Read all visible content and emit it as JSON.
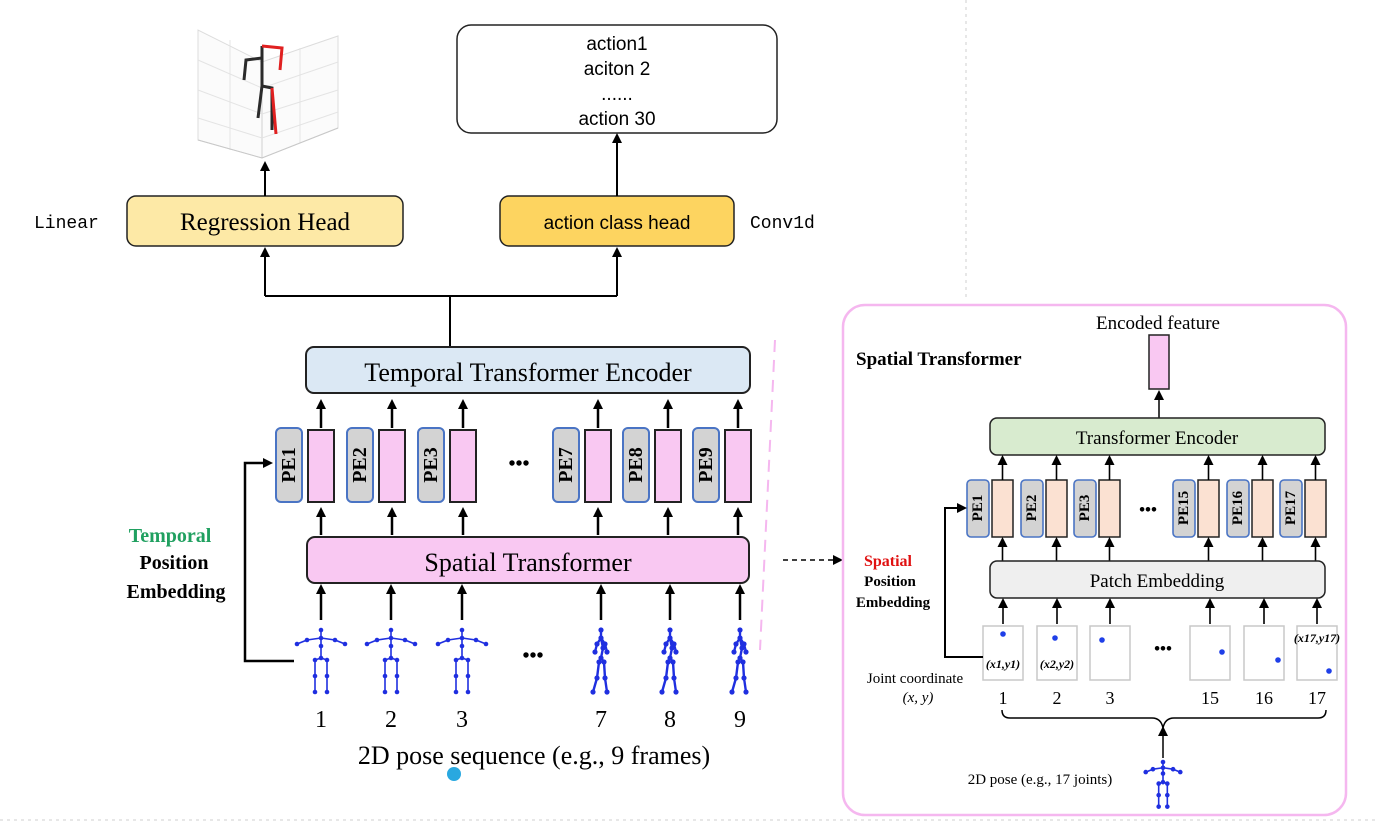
{
  "colors": {
    "regression_head_fill": "#fde9a6",
    "action_head_fill": "#fdd460",
    "temporal_encoder_fill": "#dbe8f4",
    "spatial_transformer_fill": "#f9c8f2",
    "pe_fill": "#d3d3d3",
    "pe_border": "#4a74c4",
    "token_fill": "#f9c8f2",
    "spatial_token_fill": "#fbe1d2",
    "transformer_encoder_fill": "#d8ebcf",
    "patch_embedding_fill": "#efefef",
    "panel_border": "#f5b7ef",
    "skeleton": "#1f2fe0",
    "temporal_word": "#20a060",
    "spatial_word": "#e01010"
  },
  "top": {
    "output_labels": [
      "action1",
      "aciton 2",
      "......",
      "action 30"
    ],
    "linear_label": "Linear",
    "conv_label": "Conv1d",
    "regression_head": "Regression Head",
    "action_class_head": "action class head",
    "pose_3d_icon": "3d-pose-plot-icon"
  },
  "temporal": {
    "encoder_label": "Temporal Transformer Encoder",
    "spatial_transformer_label": "Spatial Transformer",
    "pe_labels": [
      "PE1",
      "PE2",
      "PE3",
      "PE7",
      "PE8",
      "PE9"
    ],
    "ellipsis": "•••",
    "frame_numbers": [
      "1",
      "2",
      "3",
      "7",
      "8",
      "9"
    ],
    "caption": "2D pose sequence (e.g., 9 frames)",
    "pos_embed_word1": "Temporal",
    "pos_embed_word2": "Position",
    "pos_embed_word3": "Embedding"
  },
  "spatial": {
    "title": "Spatial Transformer",
    "encoded_feature": "Encoded feature",
    "encoder_label": "Transformer Encoder",
    "patch_embedding_label": "Patch Embedding",
    "pe_labels": [
      "PE1",
      "PE2",
      "PE3",
      "PE15",
      "PE16",
      "PE17"
    ],
    "ellipsis": "•••",
    "joint_numbers": [
      "1",
      "2",
      "3",
      "15",
      "16",
      "17"
    ],
    "joint_coord_labels": [
      "(x1,y1)",
      "(x2,y2)",
      "(x17,y17)"
    ],
    "joint_coordinate_label": "Joint coordinate",
    "joint_coordinate_xy": "(x, y)",
    "pose_caption": "2D pose (e.g., 17 joints)",
    "pos_embed_word1": "Spatial",
    "pos_embed_word2": "Position",
    "pos_embed_word3": "Embedding"
  }
}
